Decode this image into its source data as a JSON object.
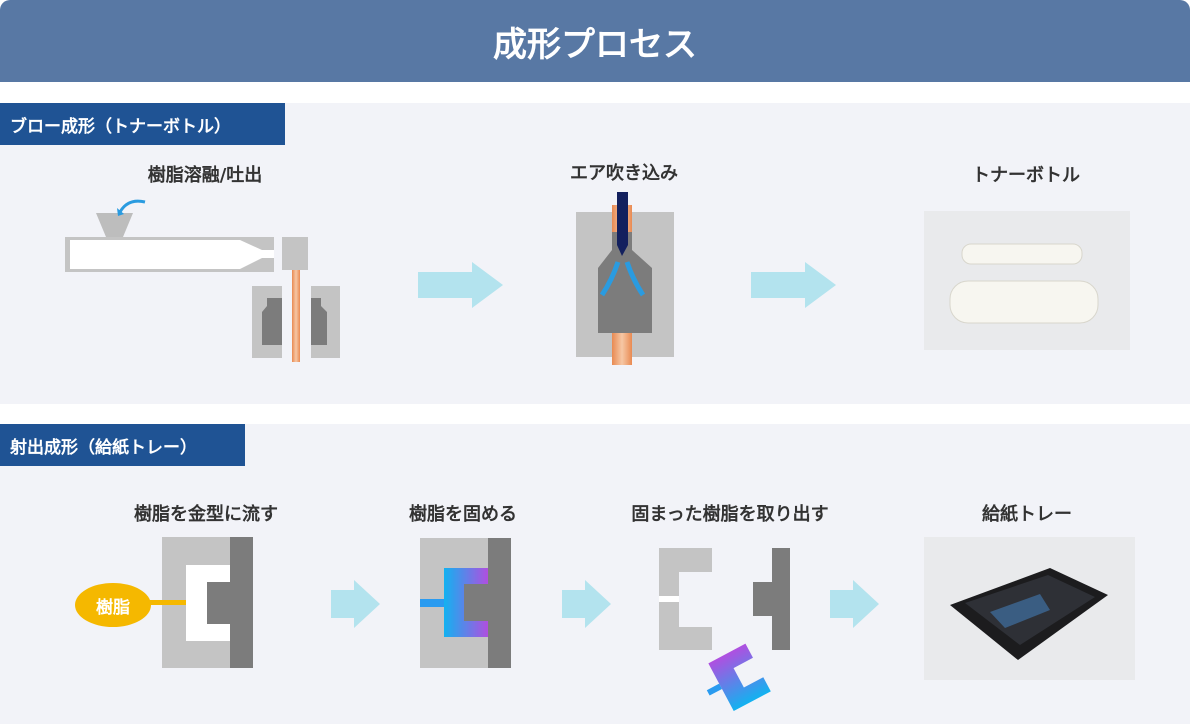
{
  "header": {
    "title": "成形プロセス"
  },
  "blow": {
    "label": "ブロー成形（トナーボトル）",
    "steps": [
      "樹脂溶融/吐出",
      "エア吹き込み",
      "トナーボトル"
    ]
  },
  "injection": {
    "label": "射出成形（給紙トレー）",
    "steps": [
      "樹脂を金型に流す",
      "樹脂を固める",
      "固まった樹脂を取り出す",
      "給紙トレー"
    ],
    "resin_label": "樹脂"
  },
  "colors": {
    "header": "#5878a4",
    "tab": "#1f5394",
    "panel": "#f2f3f8",
    "arrow": "#b3e3ee",
    "resin": "#f5b800"
  }
}
